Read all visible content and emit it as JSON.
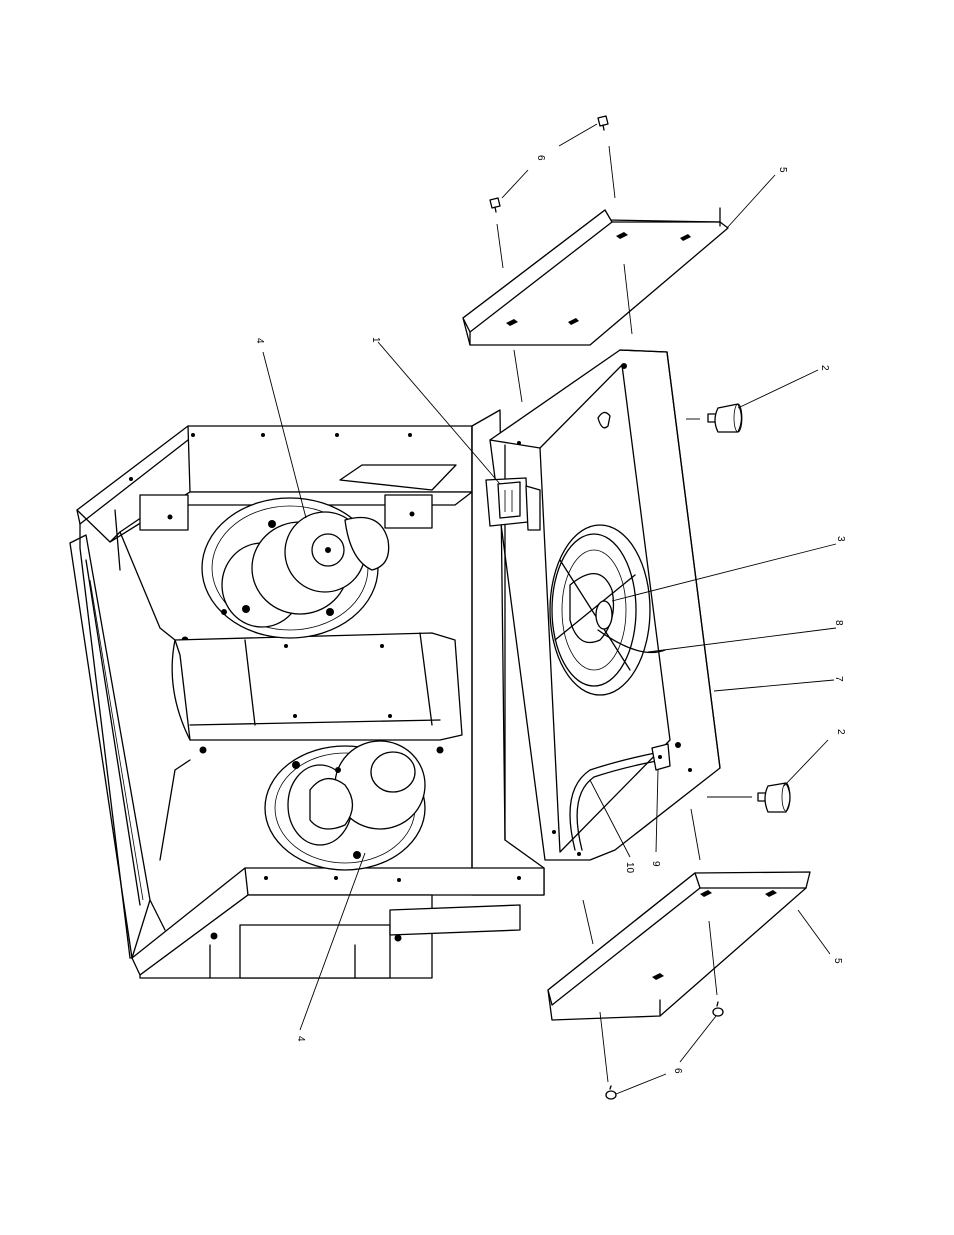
{
  "callouts": {
    "c1": "1",
    "c2a": "2",
    "c2b": "2",
    "c3": "3",
    "c4a": "4",
    "c4b": "4",
    "c5a": "5",
    "c5b": "5",
    "c6a": "6",
    "c6b": "6",
    "c7": "7",
    "c8": "8",
    "c9": "9",
    "c10": "10"
  }
}
